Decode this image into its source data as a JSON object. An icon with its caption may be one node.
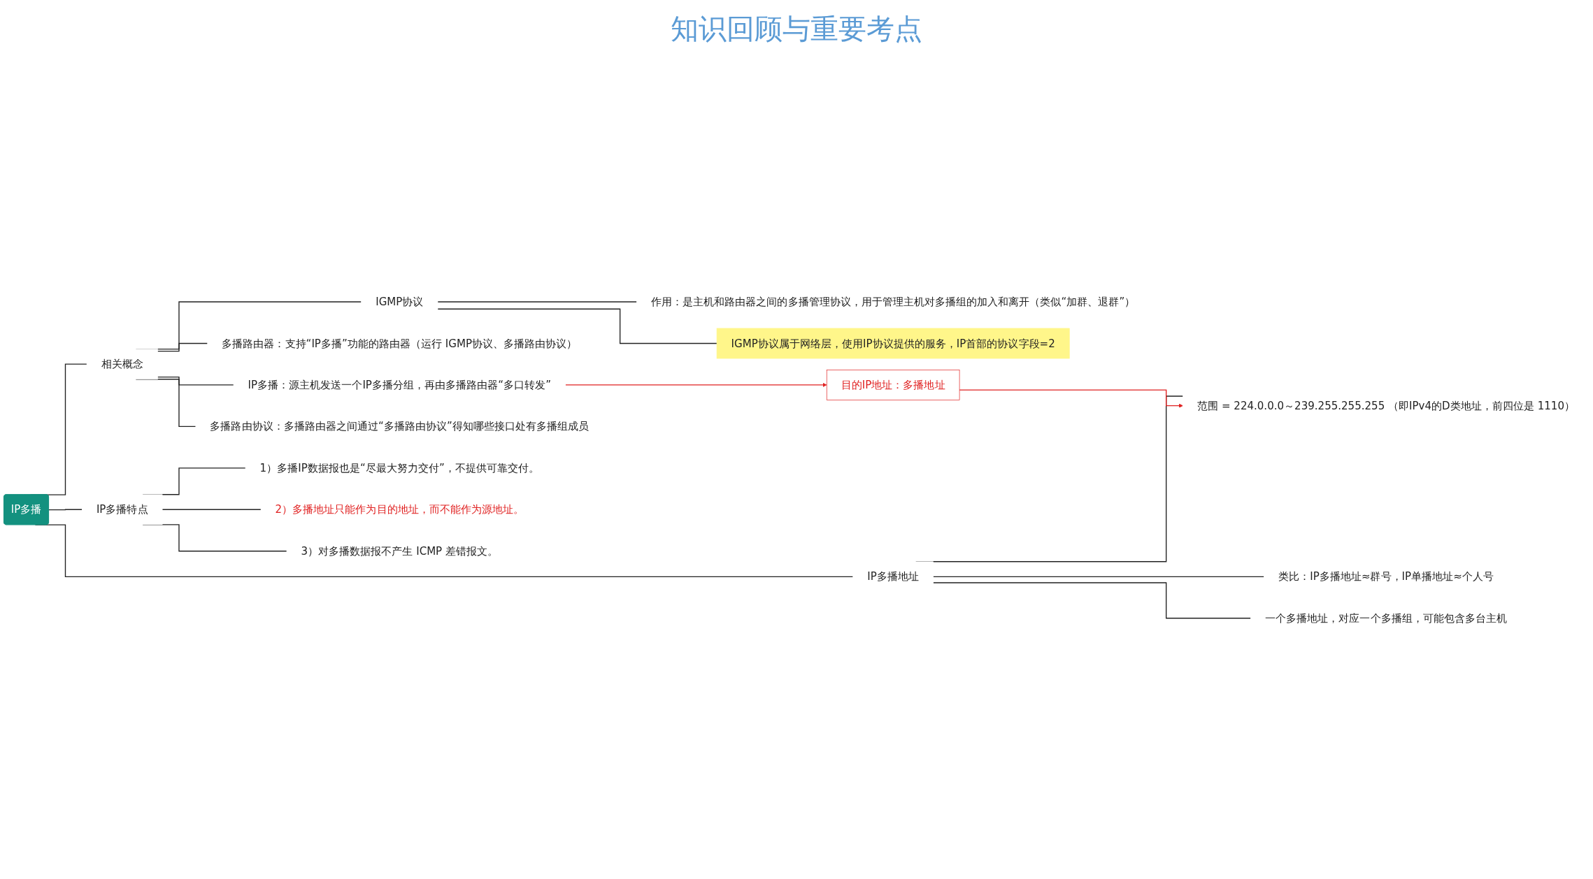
{
  "diagram": {
    "title": "知识回顾与重要考点",
    "nodes": [
      {
        "text": [
          "IP多播"
        ]
      },
      {
        "text": [
          "相关概念"
        ]
      },
      {
        "text": [
          "IP多播：源主机发送一个IP多播分组，再由多播路由器“多口转发”"
        ]
      },
      {
        "text": [
          "多播路由器：支持“IP多播”功能的路由器（运行 IGMP协议、多播路由协议）"
        ]
      },
      {
        "text": [
          "IGMP协议"
        ]
      },
      {
        "text": [
          "作用：是主机和路由器之间的多播管理协议，用于管理主机对多播组的加入和离开（类似“加群、退群”）"
        ]
      },
      {
        "text": [
          "IGMP协议属于网络层，使用IP协议提供的服务，IP首部的协议字段=2"
        ]
      },
      {
        "text": [
          "多播路由协议：多播路由器之间通过“多播路由协议”得知哪些接口处有多播组成员"
        ]
      },
      {
        "text": [
          "IP多播地址"
        ]
      },
      {
        "text": [
          "类比：IP多播地址≈群号，IP单播地址≈个人号"
        ]
      },
      {
        "text": [
          "一个多播地址，对应一个多播组，可能包含多台主机"
        ]
      },
      {
        "text": [
          "范围 = 224.0.0.0～239.255.255.255 （即IPv4的D类地址，前四位是 1110）"
        ]
      },
      {
        "text": [
          "IP多播特点"
        ]
      },
      {
        "text": [
          "1）多播IP数据报也是“尽最大努力交付”，不提供可靠交付。"
        ]
      },
      {
        "text": [
          "2）多播地址只能作为目的地址，而不能作为源地址。"
        ]
      },
      {
        "text": [
          "3）对多播数据报不产生 ICMP 差错报文。"
        ]
      },
      {
        "text": [
          "目的IP地址：多播地址"
        ]
      }
    ],
    "edges": [
      {
        "from": 0,
        "to": 1,
        "arrow": "none"
      },
      {
        "from": 1,
        "to": 2,
        "arrow": "none"
      },
      {
        "from": 1,
        "to": 3,
        "arrow": "none"
      },
      {
        "from": 1,
        "to": 4,
        "arrow": "none"
      },
      {
        "from": 4,
        "to": 5,
        "arrow": "none"
      },
      {
        "from": 4,
        "to": 6,
        "arrow": "none"
      },
      {
        "from": 1,
        "to": 7,
        "arrow": "none"
      },
      {
        "from": 0,
        "to": 8,
        "arrow": "none"
      },
      {
        "from": 8,
        "to": 9,
        "arrow": "none"
      },
      {
        "from": 8,
        "to": 10,
        "arrow": "none"
      },
      {
        "from": 8,
        "to": 11,
        "arrow": "none"
      },
      {
        "from": 0,
        "to": 12,
        "arrow": "none"
      },
      {
        "from": 12,
        "to": 13,
        "arrow": "none"
      },
      {
        "from": 12,
        "to": 14,
        "arrow": "none"
      },
      {
        "from": 12,
        "to": 15,
        "arrow": "none"
      },
      {
        "from": 2,
        "to": 16,
        "arrow": "to",
        "color": "#e02020"
      },
      {
        "from": 16,
        "to": 11,
        "arrow": "to",
        "color": "#e02020"
      }
    ]
  }
}
